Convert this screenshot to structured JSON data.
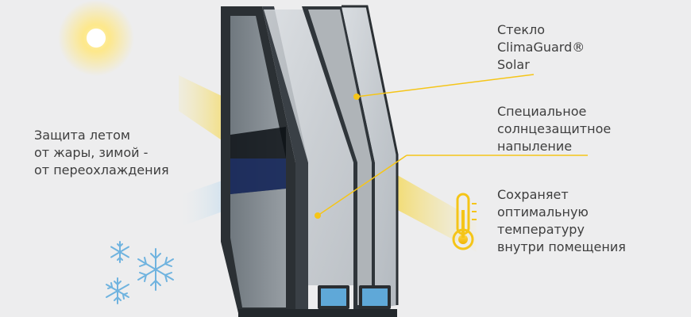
{
  "captions": {
    "left": [
      "Защита летом",
      "от жары, зимой -",
      "от переохлаждения"
    ],
    "glass": [
      "Стекло",
      "ClimaGuard®",
      "Solar"
    ],
    "coating": [
      "Специальное",
      "солнцезащитное",
      "напыление"
    ],
    "temperature": [
      "Сохраняет",
      "оптимальную",
      "температуру",
      "внутри помещения"
    ]
  },
  "icons": {
    "sun": "sun-icon",
    "snowflakes": "snowflake-icon",
    "thermometer": "thermometer-icon"
  },
  "colors": {
    "background": "#ededee",
    "accent_yellow": "#f5c518",
    "frame_dark": "#2b3034",
    "glass_tint": "#c9ced3",
    "cold_blue": "#6fb3df",
    "desiccant_blue": "#5fa8d8"
  }
}
